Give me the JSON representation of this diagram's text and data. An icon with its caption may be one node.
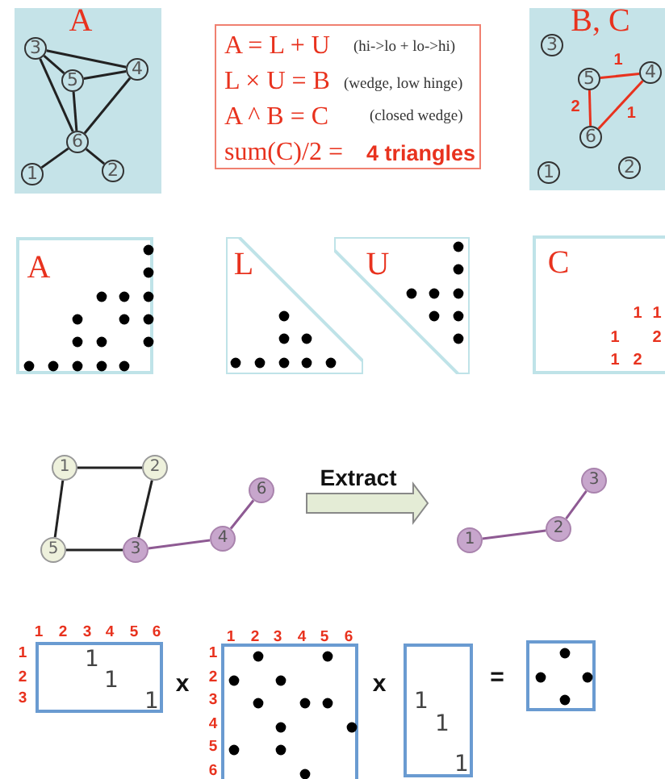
{
  "diagram": {
    "nodes": [
      {
        "text": [
          "A"
        ]
      },
      {
        "text": [
          "3"
        ],
        "in": 0
      },
      {
        "text": [
          "4"
        ],
        "in": 0
      },
      {
        "text": [
          "5"
        ],
        "in": 0
      },
      {
        "text": [
          "6"
        ],
        "in": 0
      },
      {
        "text": [
          "1"
        ],
        "in": 0
      },
      {
        "text": [
          "2"
        ],
        "in": 0
      },
      {
        "text": [
          "A = L + U",
          "(hi->lo  +  lo->hi)",
          "L × U = B",
          "(wedge, low hinge)",
          "A ^  B = C",
          "(closed wedge)",
          "sum(C)/2  =",
          "4 triangles"
        ]
      },
      {
        "text": [
          "B, C"
        ]
      },
      {
        "text": [
          "3"
        ],
        "in": 8
      },
      {
        "text": [
          "4"
        ],
        "in": 8
      },
      {
        "text": [
          "5"
        ],
        "in": 8
      },
      {
        "text": [
          "6"
        ],
        "in": 8
      },
      {
        "text": [
          "1"
        ],
        "in": 8
      },
      {
        "text": [
          "2"
        ],
        "in": 8
      },
      {
        "text": [
          "A"
        ]
      },
      {
        "text": [
          "L"
        ]
      },
      {
        "text": [
          "U"
        ]
      },
      {
        "text": [
          "C",
          "1",
          "1",
          "1",
          "2",
          "1",
          "2"
        ]
      },
      {
        "text": [
          "1"
        ]
      },
      {
        "text": [
          "2"
        ]
      },
      {
        "text": [
          "6"
        ]
      },
      {
        "text": [
          "4"
        ]
      },
      {
        "text": [
          "5"
        ]
      },
      {
        "text": [
          "3"
        ]
      },
      {
        "text": [
          "3"
        ]
      },
      {
        "text": [
          "2"
        ]
      },
      {
        "text": [
          "1"
        ]
      },
      {
        "text": [
          "1",
          "1",
          "1"
        ],
        "beside": [
          "1",
          "2",
          "3",
          "4",
          "5",
          "6",
          "1",
          "2",
          "3"
        ]
      },
      {
        "text": [],
        "shape": "box",
        "beside": [
          "1",
          "2",
          "3",
          "4",
          "5",
          "6",
          "1",
          "2",
          "3",
          "4",
          "5",
          "6"
        ]
      },
      {
        "text": [
          "1",
          "1",
          "1"
        ]
      },
      {
        "text": [],
        "shape": "box"
      }
    ],
    "edges": [
      {
        "from": 1,
        "to": 3,
        "arrow": "none"
      },
      {
        "from": 1,
        "to": 2,
        "arrow": "none"
      },
      {
        "from": 1,
        "to": 4,
        "arrow": "none"
      },
      {
        "from": 3,
        "to": 2,
        "arrow": "none"
      },
      {
        "from": 3,
        "to": 4,
        "arrow": "none"
      },
      {
        "from": 2,
        "to": 4,
        "arrow": "none"
      },
      {
        "from": 4,
        "to": 5,
        "arrow": "none"
      },
      {
        "from": 4,
        "to": 6,
        "arrow": "none"
      },
      {
        "from": 11,
        "to": 10,
        "arrow": "none",
        "label": "1",
        "color": "#e8321e"
      },
      {
        "from": 11,
        "to": 12,
        "arrow": "none",
        "label": "2",
        "color": "#e8321e"
      },
      {
        "from": 12,
        "to": 10,
        "arrow": "none",
        "label": "1",
        "color": "#e8321e"
      },
      {
        "from": 19,
        "to": 20,
        "arrow": "none"
      },
      {
        "from": 19,
        "to": 23,
        "arrow": "none"
      },
      {
        "from": 20,
        "to": 24,
        "arrow": "none"
      },
      {
        "from": 23,
        "to": 24,
        "arrow": "none"
      },
      {
        "from": 24,
        "to": 22,
        "arrow": "none",
        "color": "#8e5a93"
      },
      {
        "from": 22,
        "to": 21,
        "arrow": "none",
        "color": "#8e5a93"
      },
      {
        "from": 27,
        "to": 26,
        "arrow": "none",
        "color": "#8e5a93"
      },
      {
        "from": 26,
        "to": 25,
        "arrow": "none",
        "color": "#8e5a93"
      }
    ],
    "labels": [
      "Extract",
      "x",
      "x",
      "="
    ]
  }
}
